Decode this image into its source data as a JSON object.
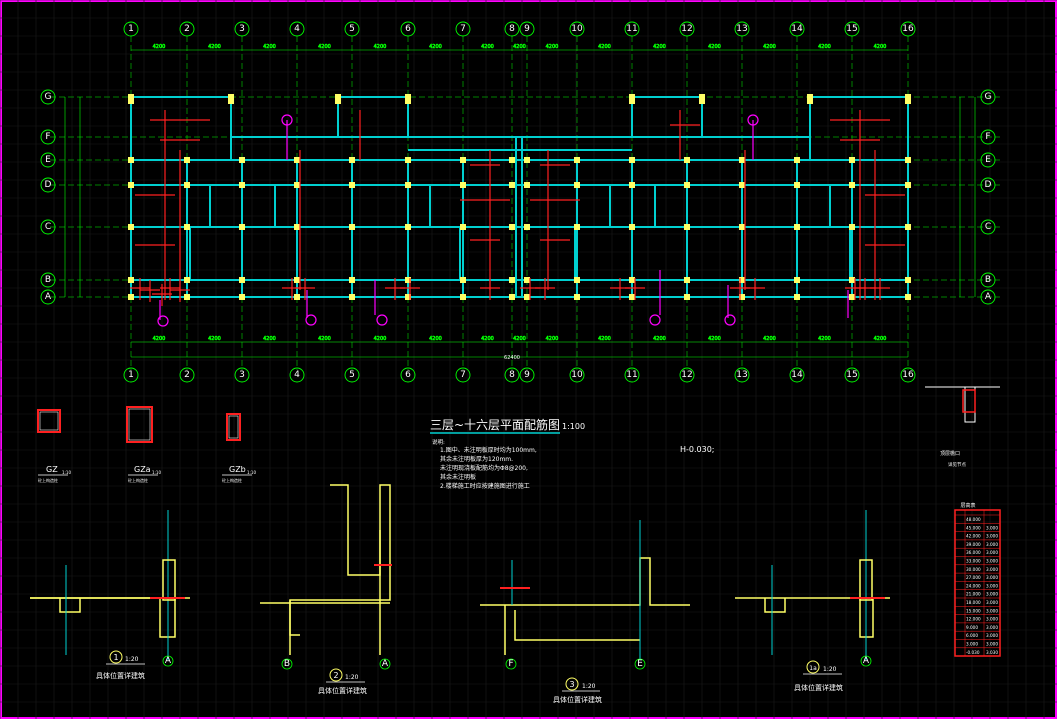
{
  "drawing": {
    "title": "三层~十六层平面配筋图",
    "scale": "1:100",
    "notes_header": "说明:",
    "notes": [
      "1.图中、未注明板厚时均为100mm,",
      "  其余未注明板厚为120mm.",
      "  未注明现浇板配筋均为Φ8@200,",
      "  其余未注明板",
      "2.楼梯施工时应按建施图进行施工"
    ],
    "note_right": "H-0.030;"
  },
  "axes": {
    "top_numbers": [
      "1",
      "2",
      "3",
      "4",
      "5",
      "6",
      "7",
      "8",
      "9",
      "10",
      "11",
      "12",
      "13",
      "14",
      "15",
      "16"
    ],
    "bottom_numbers": [
      "1",
      "2",
      "3",
      "4",
      "5",
      "6",
      "7",
      "8",
      "9",
      "10",
      "11",
      "12",
      "13",
      "14",
      "15",
      "16"
    ],
    "left_letters": [
      "G",
      "F",
      "E",
      "D",
      "C",
      "B",
      "A"
    ],
    "right_letters": [
      "G",
      "F",
      "E",
      "D",
      "C",
      "B",
      "A"
    ],
    "top_dims": [
      "4200",
      "4200",
      "4200",
      "4200",
      "4200",
      "4200",
      "4200",
      "4200",
      "4200",
      "4200",
      "4200",
      "4200",
      "4200",
      "4200",
      "4200"
    ],
    "bottom_dims": [
      "4200",
      "4200",
      "4200",
      "4200",
      "4200",
      "4200",
      "4200",
      "4200",
      "4200",
      "4200",
      "4200",
      "4200",
      "4200",
      "4200",
      "4200"
    ],
    "total_dim": "62400"
  },
  "column_sections": [
    {
      "name": "GZ",
      "scale": "1:10",
      "sub": "砼上构造柱"
    },
    {
      "name": "GZa",
      "scale": "1:10",
      "sub": "砼上构造柱"
    },
    {
      "name": "GZb",
      "scale": "1:10",
      "sub": "砼上构造柱"
    }
  ],
  "details": [
    {
      "num": "1",
      "scale": "1:20",
      "caption": "具体位置详建筑",
      "axis": "A"
    },
    {
      "num": "2",
      "scale": "1:20",
      "caption": "具体位置详建筑",
      "axes": [
        "B",
        "A"
      ]
    },
    {
      "num": "3",
      "scale": "1:20",
      "caption": "具体位置详建筑",
      "axes": [
        "F",
        "E"
      ]
    },
    {
      "num": "1a",
      "scale": "1:20",
      "caption": "具体位置详建筑",
      "axis": "A"
    }
  ],
  "side_detail": {
    "caption": "顶层檐口",
    "sub": "详见节点"
  },
  "level_table": {
    "header": "层高表",
    "rows": [
      [
        "48.000",
        ""
      ],
      [
        "45.000",
        "3.000"
      ],
      [
        "42.000",
        "3.000"
      ],
      [
        "39.000",
        "3.000"
      ],
      [
        "36.000",
        "3.000"
      ],
      [
        "33.000",
        "3.000"
      ],
      [
        "30.000",
        "3.000"
      ],
      [
        "27.000",
        "3.000"
      ],
      [
        "24.000",
        "3.000"
      ],
      [
        "21.000",
        "3.000"
      ],
      [
        "18.000",
        "3.000"
      ],
      [
        "15.000",
        "3.000"
      ],
      [
        "12.000",
        "3.000"
      ],
      [
        "9.000",
        "3.000"
      ],
      [
        "6.000",
        "3.000"
      ],
      [
        "3.000",
        "3.000"
      ],
      [
        "-0.030",
        "3.030"
      ]
    ]
  },
  "colors": {
    "frame": "#ff00ff",
    "wall": "#00d0d0",
    "column": "#ffff66",
    "rebar": "#ff2020",
    "dim": "#00ff00",
    "text": "#ffffff"
  }
}
